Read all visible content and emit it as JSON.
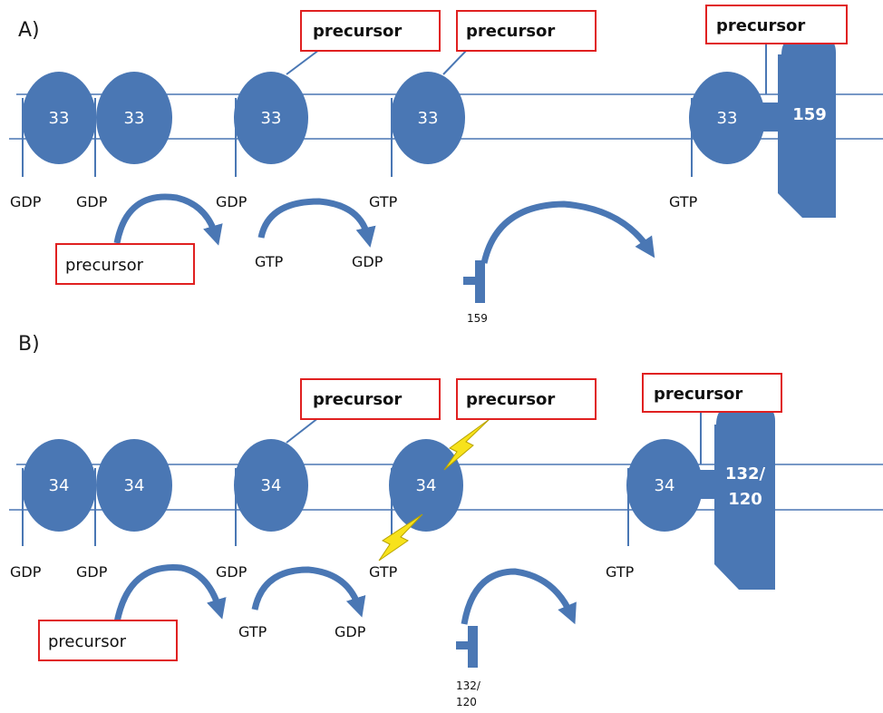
{
  "panel_a": {
    "label": "A)",
    "oval_1": "33",
    "oval_2": "33",
    "oval_3": "33",
    "oval_4": "33",
    "oval_5": "33",
    "big_shape": "159",
    "nuc_1": "GDP",
    "nuc_2": "GDP",
    "nuc_3": "GDP",
    "nuc_4": "GTP",
    "nuc_5": "GTP",
    "precursor_1": "precursor",
    "precursor_2": "precursor",
    "precursor_3": "precursor",
    "precursor_bottom": "precursor",
    "exchange_in": "GTP",
    "exchange_out": "GDP",
    "small_fragment": "159"
  },
  "panel_b": {
    "label": "B)",
    "oval_1": "34",
    "oval_2": "34",
    "oval_3": "34",
    "oval_4": "34",
    "oval_5": "34",
    "big_shape_line1": "132/",
    "big_shape_line2": "120",
    "nuc_1": "GDP",
    "nuc_2": "GDP",
    "nuc_3": "GDP",
    "nuc_4": "GTP",
    "nuc_5": "GTP",
    "precursor_1": "precursor",
    "precursor_2": "precursor",
    "precursor_3": "precursor",
    "precursor_bottom": "precursor",
    "exchange_in": "GTP",
    "exchange_out": "GDP",
    "small_fragment_line1": "132/",
    "small_fragment_line2": "120"
  },
  "colors": {
    "protein_blue": "#4a77b4",
    "box_border_red": "#e02020",
    "lightning_yellow": "#f7e21b"
  }
}
